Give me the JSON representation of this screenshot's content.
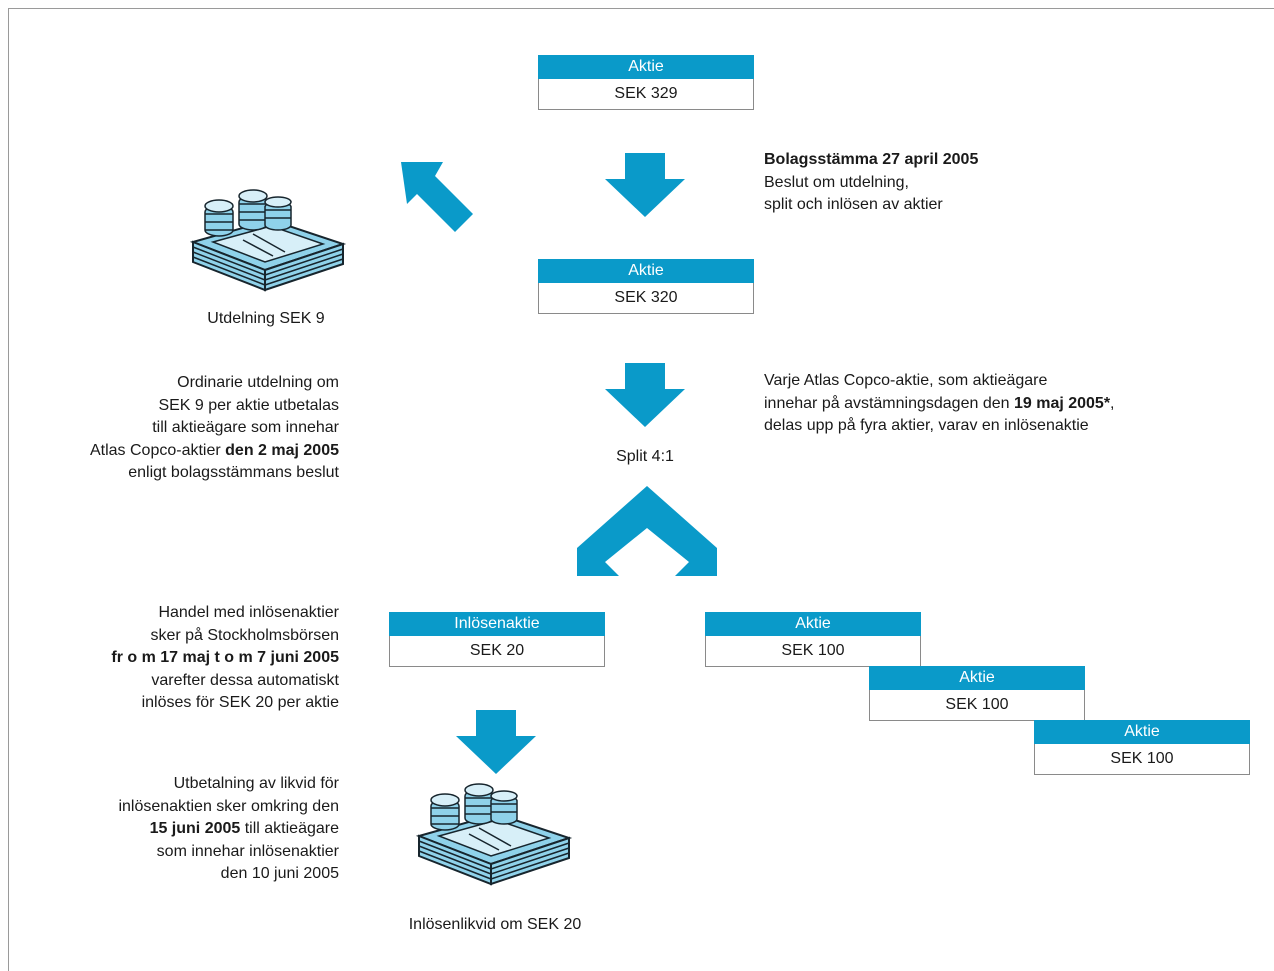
{
  "colors": {
    "accent": "#0a9ac9",
    "border": "#8a8a8a",
    "money_light": "#8fd2ea",
    "money_dark": "#17252d"
  },
  "icons": [
    "money-stack-icon",
    "arrow-down-icon",
    "arrow-down-left-icon",
    "split-arrow-icon"
  ],
  "boxes": {
    "top": {
      "header": "Aktie",
      "value": "SEK 329"
    },
    "middle": {
      "header": "Aktie",
      "value": "SEK 320"
    },
    "redemption": {
      "header": "Inlösenaktie",
      "value": "SEK 20"
    },
    "share1": {
      "header": "Aktie",
      "value": "SEK 100"
    },
    "share2": {
      "header": "Aktie",
      "value": "SEK 100"
    },
    "share3": {
      "header": "Aktie",
      "value": "SEK 100"
    }
  },
  "agm": {
    "title": "Bolagsstämma 27 april 2005",
    "line1": "Beslut om utdelning,",
    "line2": "split och inlösen av aktier"
  },
  "dividend_label": "Utdelning SEK 9",
  "split_label": "Split 4:1",
  "redemption_payout_label": "Inlösenlikvid om SEK 20",
  "dividend_text": {
    "line1": "Ordinarie utdelning om",
    "line2": "SEK 9 per aktie utbetalas",
    "line3": "till aktieägare som innehar",
    "line4a": "Atlas Copco-aktier ",
    "line4b": "den 2 maj 2005",
    "line5": "enligt bolagsstämmans beslut"
  },
  "split_text": {
    "line1": "Varje Atlas Copco-aktie, som aktieägare",
    "line2a": "innehar på avstämningsdagen den ",
    "line2b": "19 maj 2005*",
    "line2c": ",",
    "line3": "delas upp på fyra aktier, varav en inlösenaktie"
  },
  "trading_text": {
    "line1": "Handel med inlösenaktier",
    "line2": "sker på Stockholmsbörsen",
    "line3": "fr o m 17 maj t o m 7 juni 2005",
    "line4": "varefter dessa automatiskt",
    "line5": "inlöses för SEK 20 per aktie"
  },
  "payment_text": {
    "line1": "Utbetalning av likvid för",
    "line2": "inlösenaktien sker omkring den",
    "line3a": "15 juni 2005",
    "line3b": " till aktieägare",
    "line4": "som innehar inlösenaktier",
    "line5": "den 10 juni 2005"
  }
}
